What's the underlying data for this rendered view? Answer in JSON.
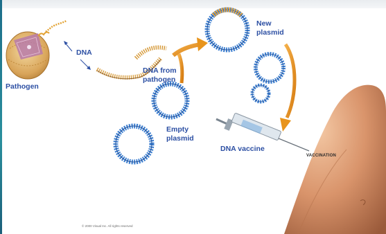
{
  "labels": {
    "pathogen": "Pathogen",
    "dna": "DNA",
    "dna_from_pathogen_line1": "DNA from",
    "dna_from_pathogen_line2": "pathogen",
    "new_plasmid_line1": "New",
    "new_plasmid_line2": "plasmid",
    "empty_plasmid_line1": "Empty",
    "empty_plasmid_line2": "plasmid",
    "dna_vaccine": "DNA vaccine",
    "vaccination": "VACCINATION",
    "copyright": "© 2000 Visual Inc. All rights reserved"
  },
  "colors": {
    "label_blue": "#2c4fa3",
    "arrow_orange": "#e8941c",
    "plasmid_blue": "#3d7fd0",
    "dna_gold": "#d69a3a",
    "skin": "#d9946b"
  }
}
